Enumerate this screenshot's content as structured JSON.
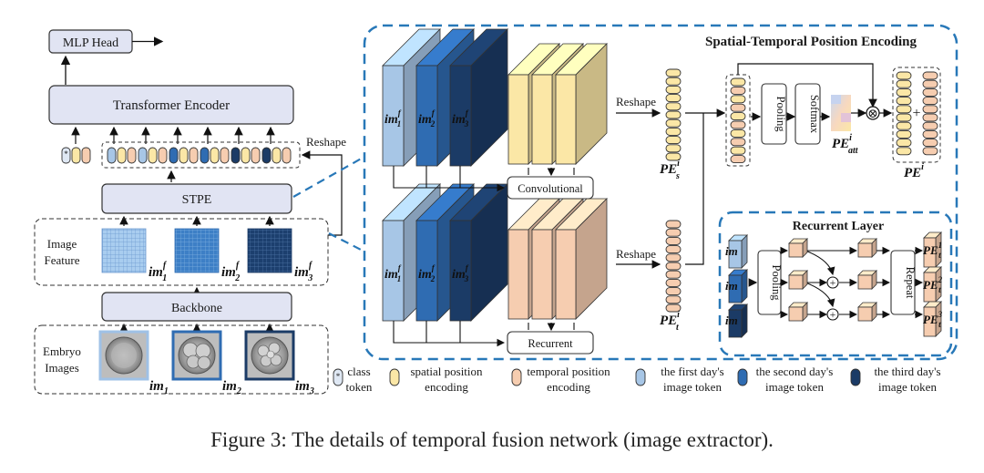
{
  "left": {
    "mlp_head": "MLP Head",
    "transformer_encoder": "Transformer Encoder",
    "reshape": "Reshape",
    "stpe": "STPE",
    "image_feature_line1": "Image",
    "image_feature_line2": "Feature",
    "feature_1": "im",
    "feature_2": "im",
    "feature_3": "im",
    "feature_sub_1": "1",
    "feature_sub_2": "2",
    "feature_sub_3": "3",
    "feature_sup": "f",
    "backbone": "Backbone",
    "embryo_line1": "Embryo",
    "embryo_line2": "Images",
    "embryo_1": "im",
    "embryo_2": "im",
    "embryo_3": "im",
    "embryo_sub_1": "1",
    "embryo_sub_2": "2",
    "embryo_sub_3": "3",
    "class_mark": "*"
  },
  "stpe_panel": {
    "title": "Spatial-Temporal Position Encoding",
    "reshape_top": "Reshape",
    "reshape_bottom": "Reshape",
    "convolutional": "Convolutional",
    "recurrent": "Recurrent",
    "pe_s": "PE",
    "pe_s_sub": "s",
    "pe_t": "PE",
    "pe_t_sub": "t",
    "pe_sup": "i",
    "pooling": "Pooling",
    "softmax": "Softmax",
    "pe_att": "PE",
    "pe_att_sub": "att",
    "pe_final": "PE",
    "plus": "+",
    "otimes": "⊗",
    "cube_im": "im",
    "cube_sup": "f",
    "cube_subs": [
      "1",
      "2",
      "3"
    ]
  },
  "recurrent_layer": {
    "title": "Recurrent Layer",
    "pooling": "Pooling",
    "repeat": "Repeat",
    "im_label": "im",
    "out_label": "PE",
    "out_sub": "t",
    "out_sups": [
      "1",
      "2",
      "3"
    ]
  },
  "legend": [
    {
      "mark": "*",
      "line1": "class",
      "line2": "token",
      "color": "#dfe8f4"
    },
    {
      "line1": "spatial position",
      "line2": "encoding",
      "color": "#fbe7a6"
    },
    {
      "line1": "temporal position",
      "line2": "encoding",
      "color": "#f6cdb0"
    },
    {
      "line1": "the first day's",
      "line2": "image token",
      "color": "#a7c6e6"
    },
    {
      "line1": "the second day's",
      "line2": "image token",
      "color": "#2f6cb2"
    },
    {
      "line1": "the third day's",
      "line2": "image token",
      "color": "#1b3b66"
    }
  ],
  "caption": "Figure 3: The details of temporal fusion network (image extractor).",
  "colors": {
    "box_fill": "#e1e4f3",
    "panel_border": "#2878b8",
    "yellow": "#fbe7a6",
    "peach": "#f6cdb0",
    "blue_light": "#a7c6e6",
    "blue_mid": "#2f6cb2",
    "blue_dark": "#1b3b66"
  }
}
